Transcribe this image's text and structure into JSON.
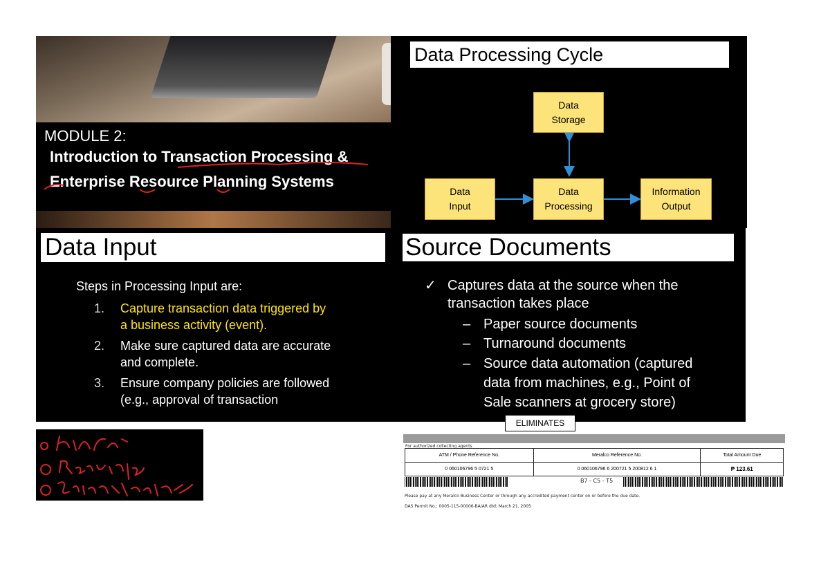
{
  "module_slide": {
    "module_label": "MODULE 2:",
    "title_line1": "Introduction to Transaction Processing &",
    "title_line2": "Enterprise Resource Planning Systems"
  },
  "cycle_slide": {
    "title": "Data Processing Cycle",
    "boxes": {
      "storage": [
        "Data",
        "Storage"
      ],
      "input": [
        "Data",
        "Input"
      ],
      "processing": [
        "Data",
        "Processing"
      ],
      "output": [
        "Information",
        "Output"
      ]
    },
    "box_color": "#fce47a",
    "arrow_color": "#2f8fd8"
  },
  "data_input_slide": {
    "title": "Data Input",
    "intro": "Steps in Processing Input are:",
    "steps": [
      {
        "num": "1.",
        "line1": "Capture transaction data triggered by",
        "line2": "a business activity (event)."
      },
      {
        "num": "2.",
        "line1": "Make sure captured data are accurate",
        "line2": "and complete."
      },
      {
        "num": "3.",
        "line1": "Ensure company policies are followed",
        "line2": "(e.g., approval of transaction"
      }
    ],
    "highlight_color": "#ffe500"
  },
  "source_docs_slide": {
    "title": "Source Documents",
    "check_line1": "Captures data at the source when the",
    "check_line2": "transaction takes place",
    "subitems": [
      {
        "line1": "Paper source documents"
      },
      {
        "line1": "Turnaround documents"
      },
      {
        "line1": "Source data automation (captured",
        "line2": "data from machines, e.g., Point of",
        "line3": "Sale scanners at grocery store)"
      }
    ]
  },
  "eliminates_label": "ELIMINATES",
  "bill": {
    "header_note": "For authorized collecting agents",
    "columns": [
      "ATM / Phone Reference No.",
      "Meralco Reference No.",
      "Total Amount Due"
    ],
    "values": [
      "0 060106796 5 0721 5",
      "0 060106796 6 200721 5 200812 6 1",
      "₱ 123.61"
    ],
    "barcode_mid": "B7 - C5 - T5",
    "pay_note": "Please pay at any Meralco Business Center or through any accredited payment center on or before the due date.",
    "permit": "DAS Permit No.: 0005-115-00006-BA/AR dtd: March 21, 2005"
  }
}
